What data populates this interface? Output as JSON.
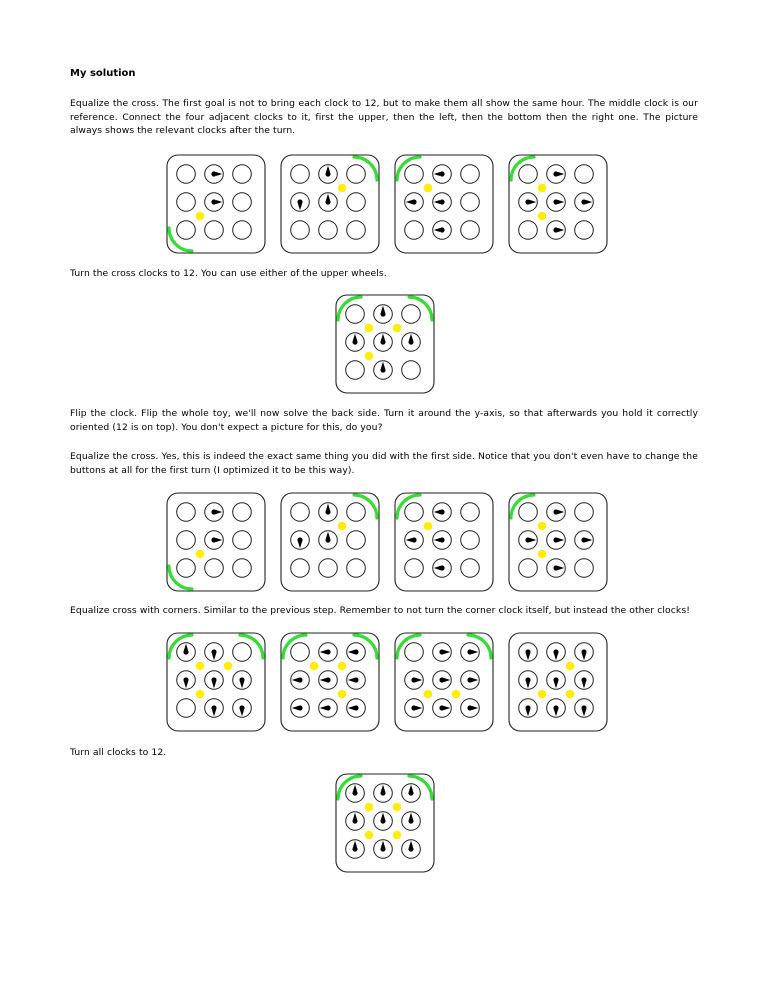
{
  "heading": "My solution",
  "paragraphs": {
    "p1": "Equalize the cross. The first goal is not to bring each clock to 12, but to make them all show the same hour. The middle clock is our reference. Connect the four adjacent clocks to it, first the upper, then the left, then the bottom then the right one. The picture always shows the relevant clocks after the turn.",
    "p2": "Turn the cross clocks to 12. You can use either of the upper wheels.",
    "p3": "Flip the clock. Flip the whole toy, we'll now solve the back side. Turn it around the y-axis, so that afterwards you hold it correctly oriented (12 is on top). You don't expect a picture for this, do you?",
    "p4": "Equalize the cross. Yes, this is indeed the exact same thing you did with the first side. Notice that you don't even have to change the buttons at all for the first turn (I optimized it to be this way).",
    "p5": "Equalize cross with corners. Similar to the previous step. Remember to not turn the corner clock itself, but instead the other clocks!",
    "p6": "Turn all clocks to 12."
  },
  "colors": {
    "active_wheel": "#33dd33",
    "pressed_button": "#ffee00",
    "hand": "#000000"
  },
  "puzzles": [
    {
      "wheels": [
        "bl"
      ],
      "buttons": [
        "bl"
      ],
      "hands": [
        null,
        "r",
        null,
        null,
        "r",
        null,
        null,
        null,
        null
      ]
    },
    {
      "wheels": [
        "tr"
      ],
      "buttons": [
        "tr"
      ],
      "hands": [
        null,
        "u",
        null,
        "d",
        "u",
        null,
        null,
        null,
        null
      ]
    },
    {
      "wheels": [
        "tl"
      ],
      "buttons": [
        "tl"
      ],
      "hands": [
        null,
        "l",
        null,
        "l",
        "l",
        null,
        null,
        "l",
        null
      ]
    },
    {
      "wheels": [
        "tl"
      ],
      "buttons": [
        "tl",
        "bl"
      ],
      "hands": [
        null,
        "r",
        null,
        "r",
        "r",
        "r",
        null,
        "r",
        null
      ]
    },
    {
      "wheels": [
        "tl",
        "tr"
      ],
      "buttons": [
        "tl",
        "tr",
        "bl"
      ],
      "hands": [
        null,
        "u",
        null,
        "u",
        "u",
        "u",
        null,
        "u",
        null
      ]
    },
    {
      "wheels": [
        "bl"
      ],
      "buttons": [
        "bl"
      ],
      "hands": [
        null,
        "r",
        null,
        null,
        "r",
        null,
        null,
        null,
        null
      ]
    },
    {
      "wheels": [
        "tr"
      ],
      "buttons": [
        "tr"
      ],
      "hands": [
        null,
        "u",
        null,
        "d",
        "u",
        null,
        null,
        null,
        null
      ]
    },
    {
      "wheels": [
        "tl"
      ],
      "buttons": [
        "tl"
      ],
      "hands": [
        null,
        "l",
        null,
        "l",
        "l",
        null,
        null,
        "l",
        null
      ]
    },
    {
      "wheels": [
        "tl"
      ],
      "buttons": [
        "tl",
        "bl"
      ],
      "hands": [
        null,
        "r",
        null,
        "r",
        "r",
        "r",
        null,
        "r",
        null
      ]
    },
    {
      "wheels": [
        "tl",
        "tr"
      ],
      "buttons": [
        "tl",
        "tr",
        "bl"
      ],
      "hands": [
        "u",
        "d",
        null,
        "d",
        "d",
        "d",
        null,
        "d",
        "d"
      ]
    },
    {
      "wheels": [
        "tl",
        "tr"
      ],
      "buttons": [
        "tl",
        "tr",
        "br"
      ],
      "hands": [
        null,
        "l",
        "l",
        "l",
        "l",
        "l",
        "l",
        "l",
        "l"
      ]
    },
    {
      "wheels": [
        "tl",
        "tr"
      ],
      "buttons": [
        "bl",
        "br"
      ],
      "hands": [
        null,
        "r",
        "r",
        "r",
        "r",
        "r",
        "r",
        "r",
        "r"
      ]
    },
    {
      "wheels": [],
      "buttons": [
        "tr",
        "bl",
        "br"
      ],
      "hands": [
        "d",
        "d",
        "d",
        "d",
        "d",
        "d",
        "d",
        "d",
        "d"
      ]
    },
    {
      "wheels": [
        "tl",
        "tr"
      ],
      "buttons": [
        "tl",
        "tr",
        "bl",
        "br"
      ],
      "hands": [
        "u",
        "u",
        "u",
        "u",
        "u",
        "u",
        "u",
        "u",
        "u"
      ]
    }
  ]
}
